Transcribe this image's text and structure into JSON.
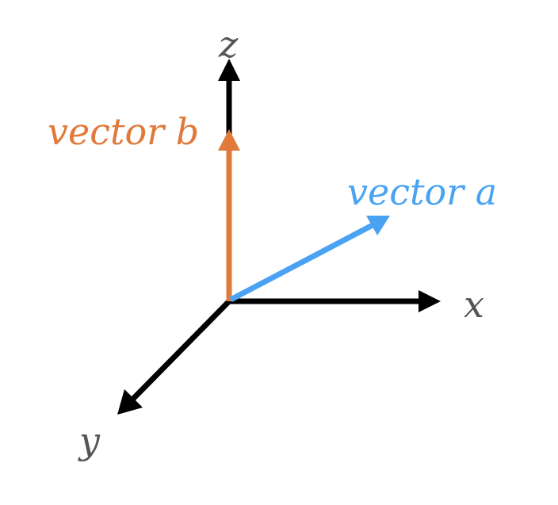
{
  "axes": {
    "x_label": "x",
    "y_label": "y",
    "z_label": "z",
    "axis_color": "#000000",
    "label_color": "#555555"
  },
  "vectors": {
    "a": {
      "label": "vector a",
      "color": "#4aa3f2"
    },
    "b": {
      "label": "vector b",
      "color": "#e0793a"
    }
  }
}
